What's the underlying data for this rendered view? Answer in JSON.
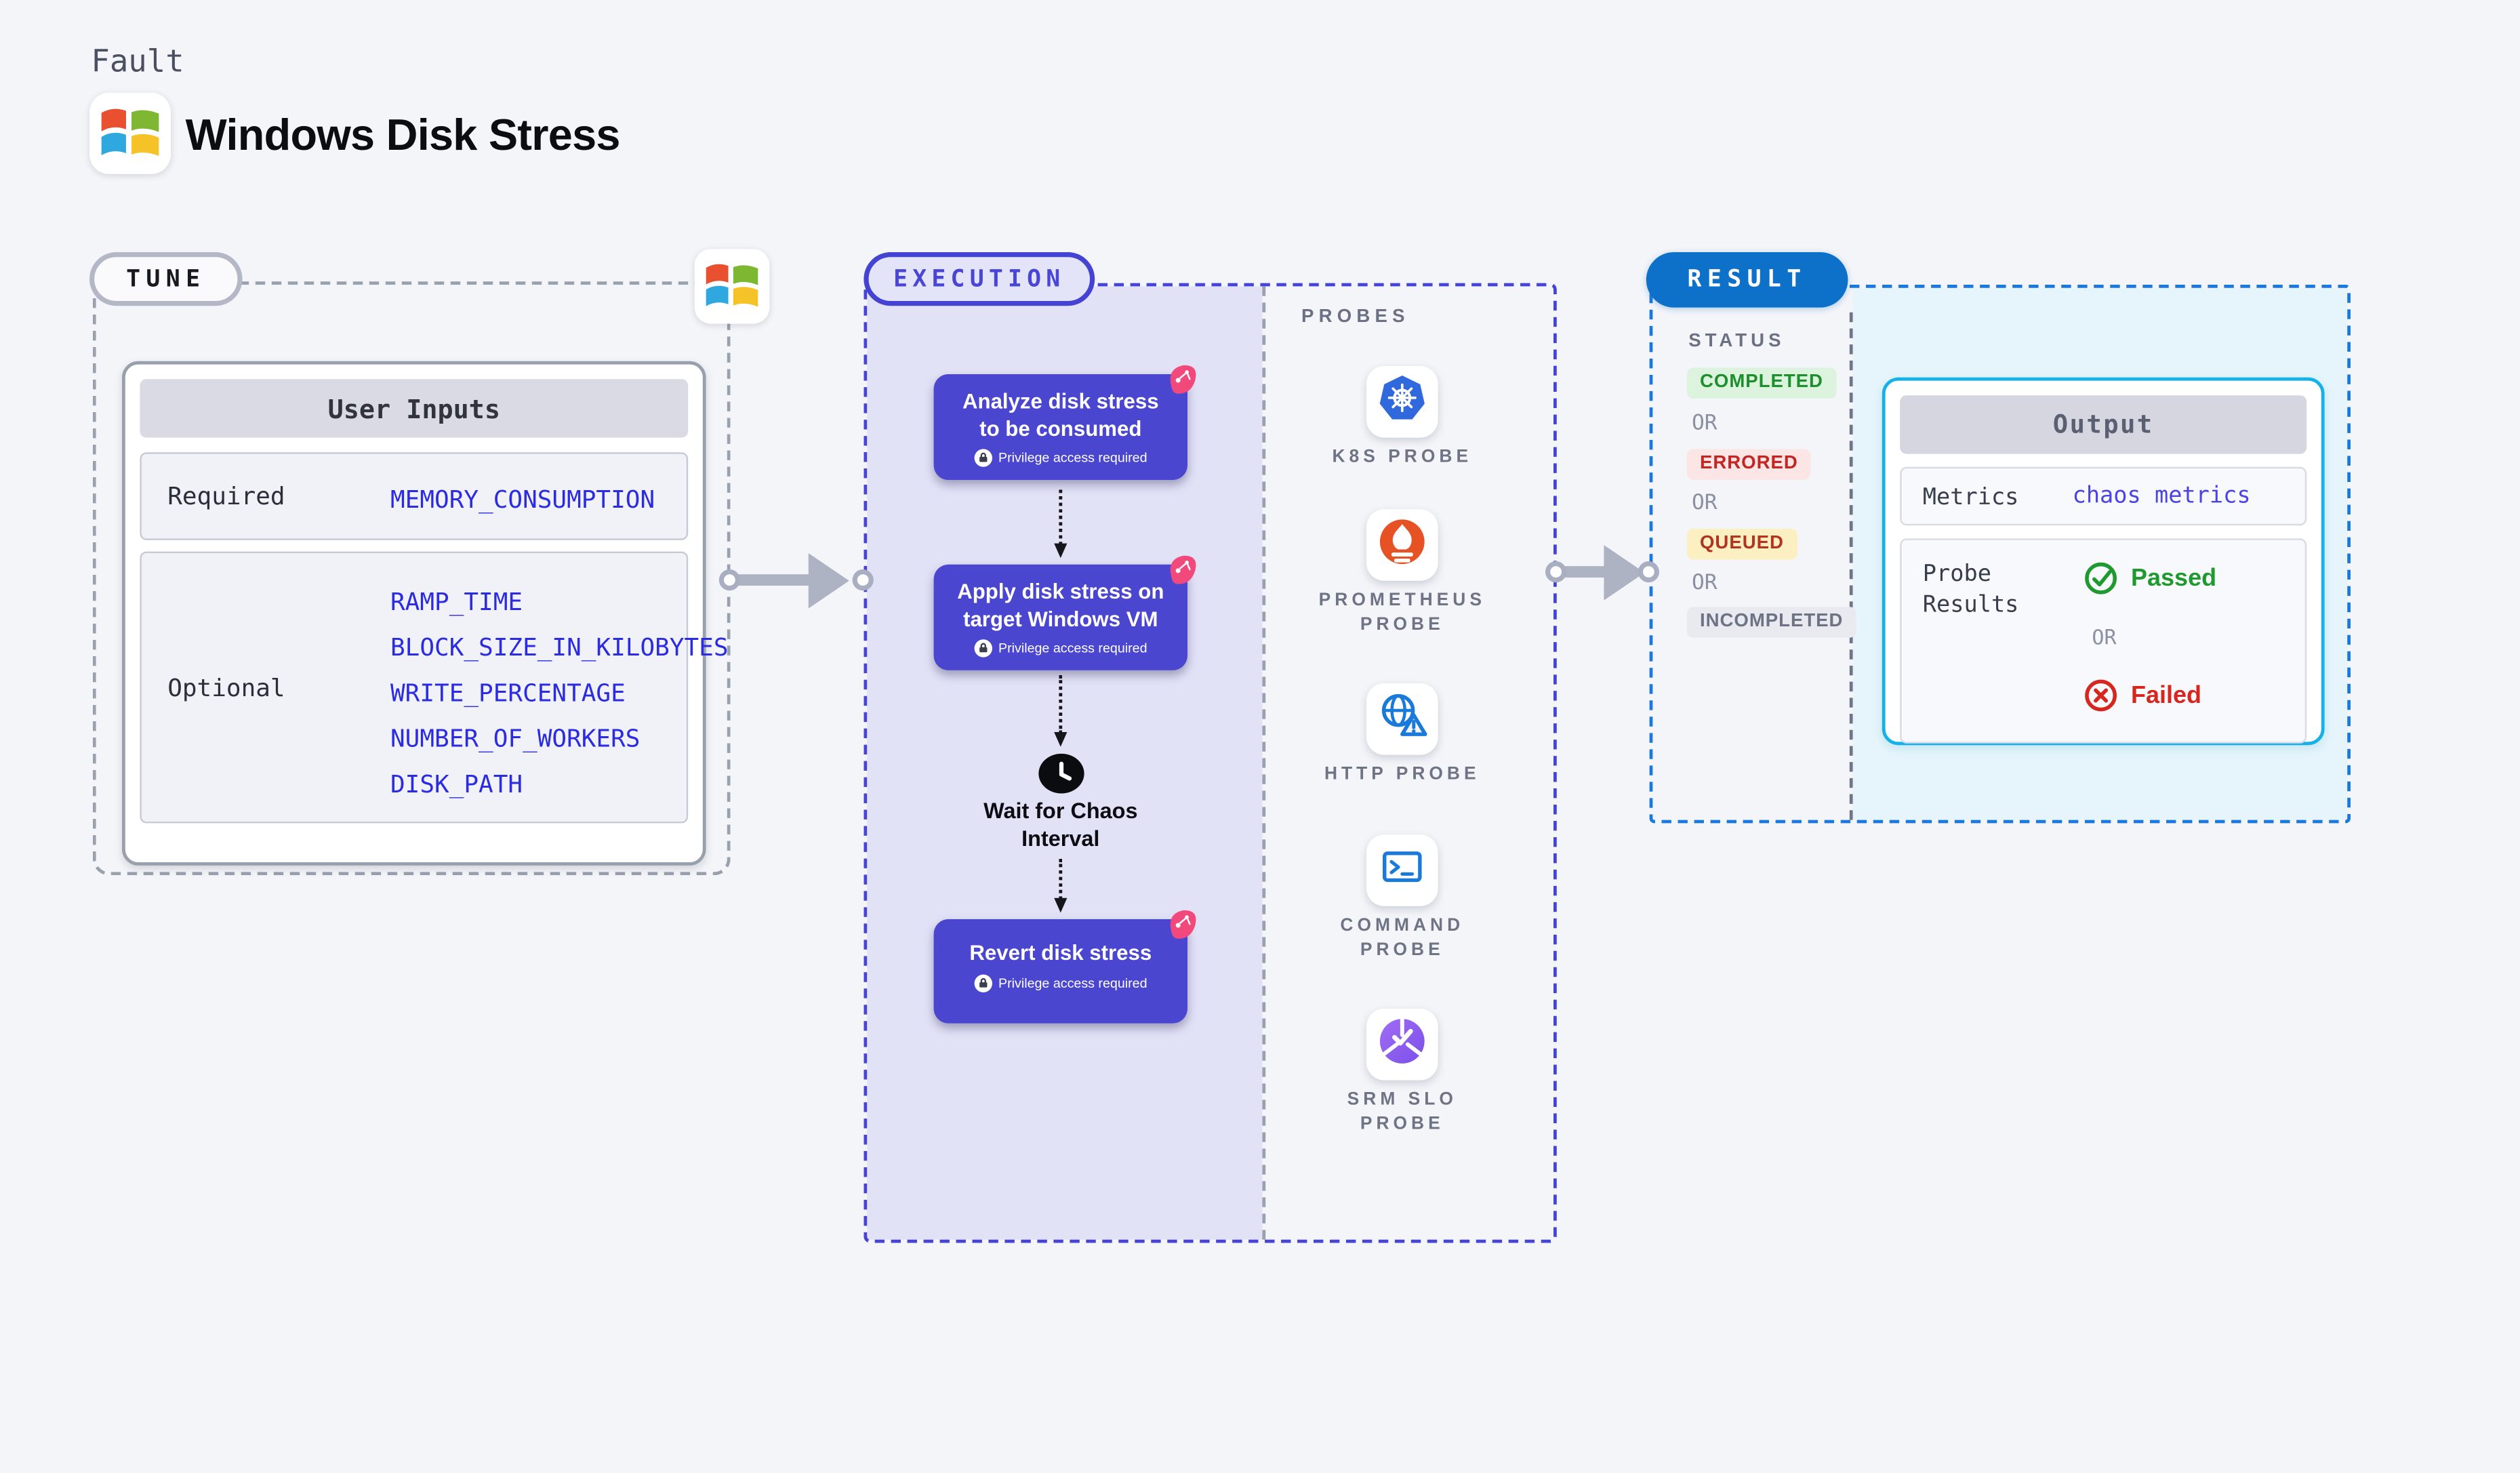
{
  "header": {
    "kicker": "Fault",
    "title": "Windows Disk Stress",
    "logo": "windows-logo"
  },
  "tune": {
    "label": "TUNE",
    "table": {
      "title": "User Inputs",
      "required_label": "Required",
      "required_params": [
        "MEMORY_CONSUMPTION"
      ],
      "optional_label": "Optional",
      "optional_params": [
        "RAMP_TIME",
        "BLOCK_SIZE_IN_KILOBYTES",
        "WRITE_PERCENTAGE",
        "NUMBER_OF_WORKERS",
        "DISK_PATH"
      ]
    }
  },
  "execution": {
    "label": "EXECUTION",
    "steps": [
      {
        "title": "Analyze disk stress to be consumed",
        "badge": "Privilege access required"
      },
      {
        "title": "Apply disk stress on target Windows VM",
        "badge": "Privilege access required"
      },
      {
        "title": "Revert disk stress",
        "badge": "Privilege access required"
      }
    ],
    "wait_label": "Wait for Chaos Interval"
  },
  "probes": {
    "label": "PROBES",
    "items": [
      {
        "name": "K8S PROBE",
        "icon": "kubernetes-icon"
      },
      {
        "name": "PROMETHEUS PROBE",
        "icon": "prometheus-icon"
      },
      {
        "name": "HTTP PROBE",
        "icon": "http-globe-icon"
      },
      {
        "name": "COMMAND PROBE",
        "icon": "terminal-icon"
      },
      {
        "name": "SRM SLO PROBE",
        "icon": "srm-slo-icon"
      }
    ]
  },
  "result": {
    "label": "RESULT",
    "status_label": "STATUS",
    "or_label": "OR",
    "statuses": [
      {
        "text": "COMPLETED",
        "type": "success"
      },
      {
        "text": "ERRORED",
        "type": "error"
      },
      {
        "text": "QUEUED",
        "type": "warning"
      },
      {
        "text": "INCOMPLETED",
        "type": "neutral"
      }
    ],
    "output": {
      "title": "Output",
      "metrics_label": "Metrics",
      "metrics_value": "chaos metrics",
      "probe_results_label": "Probe Results",
      "passed_label": "Passed",
      "or_label": "OR",
      "failed_label": "Failed"
    }
  },
  "colors": {
    "accent_indigo": "#4543d4",
    "card_indigo": "#4b46d0",
    "accent_blue": "#0d70c9",
    "result_border_blue": "#1b78dd",
    "output_border_cyan": "#15b2e9",
    "param_blue": "#2b2be4",
    "success_green": "#1f9a2e",
    "error_red": "#d7261d",
    "chaos_pink": "#f2497c",
    "lavender_bg": "#e2e2f7",
    "cyan_bg": "#e6f5fb"
  }
}
